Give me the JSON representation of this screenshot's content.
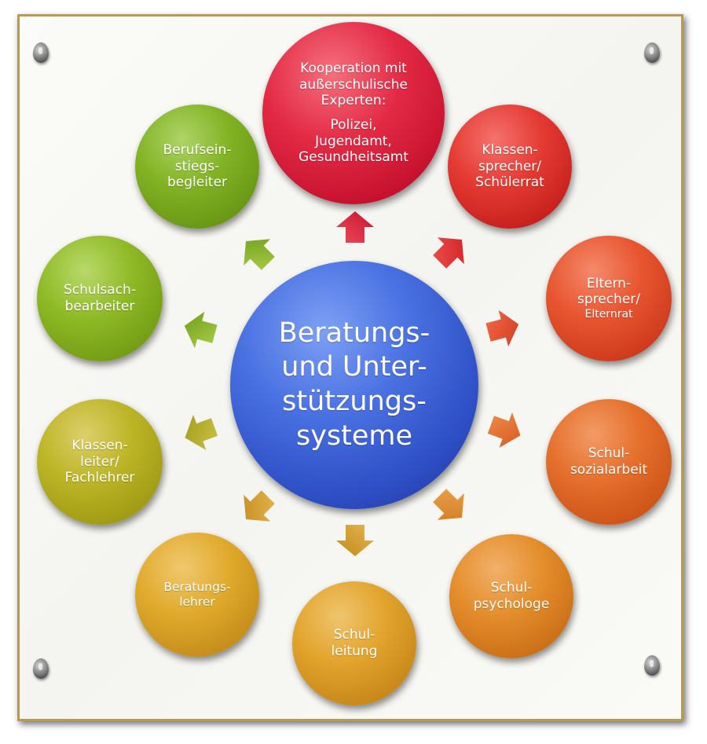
{
  "center": {
    "lines": [
      "Beratungs-",
      "und Unter-",
      "stützungs-",
      "systeme"
    ],
    "color": "#3f63d6"
  },
  "nodes": {
    "kooperation": {
      "lines_top": [
        "Kooperation mit",
        "außerschulische",
        "Experten:"
      ],
      "lines_bottom": [
        "Polizei,",
        "Jugendamt,",
        "Gesundheitsamt"
      ],
      "color": "#e4203e"
    },
    "klassensprecher": {
      "lines": [
        "Klassen-",
        "sprecher/",
        "Schülerrat"
      ],
      "color": "#e42b2f"
    },
    "elternsprecher": {
      "lines": [
        "Eltern-",
        "sprecher/"
      ],
      "small": "Elternrat",
      "color": "#e8472a"
    },
    "schulsozialarbeit": {
      "lines": [
        "Schul-",
        "sozialarbeit"
      ],
      "color": "#e46a28"
    },
    "schulpsychologe": {
      "lines": [
        "Schul-",
        "psychologe"
      ],
      "color": "#e38a26"
    },
    "schulleitung": {
      "lines": [
        "Schul-",
        "leitung"
      ],
      "color": "#e3a227"
    },
    "beratungslehrer": {
      "lines": [
        "Beratungs-",
        "lehrer"
      ],
      "color": "#e2a927"
    },
    "klassenleiter": {
      "lines": [
        "Klassen-",
        "leiter/",
        "Fachlehrer"
      ],
      "color": "#b8b41e"
    },
    "schulsachbearbeiter": {
      "lines": [
        "Schulsach-",
        "bearbeiter"
      ],
      "color": "#8bb51e"
    },
    "berufseinstieg": {
      "lines": [
        "Berufsein-",
        "stiegs-",
        "begleiter"
      ],
      "color": "#7cb01e"
    }
  }
}
